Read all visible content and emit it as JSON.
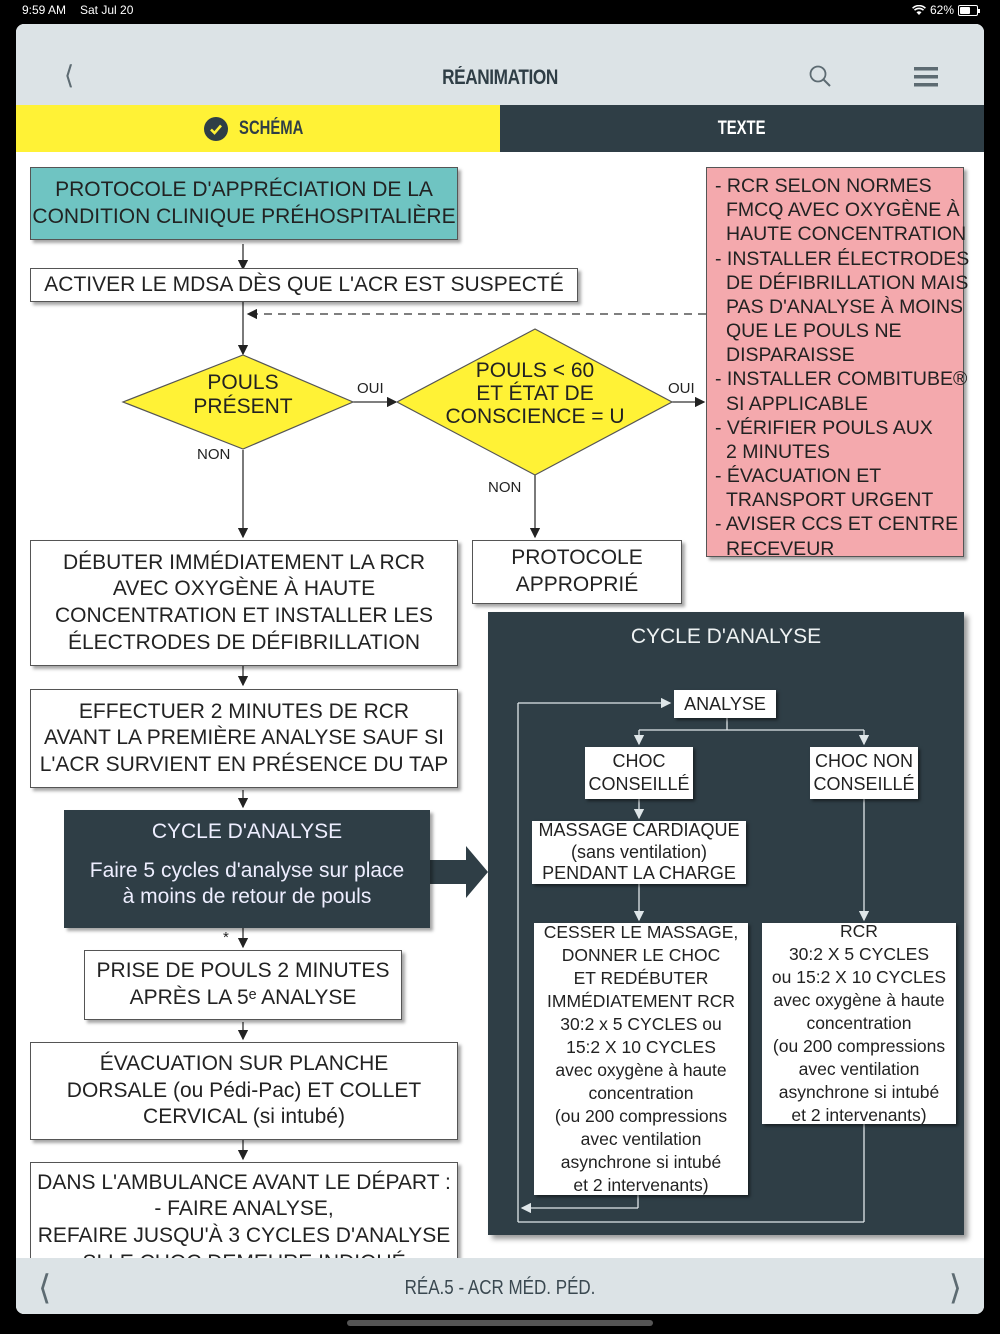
{
  "status_bar": {
    "time": "9:59 AM",
    "date": "Sat Jul 20",
    "battery": "62%",
    "battery_level": 0.62
  },
  "header": {
    "title": "RÉANIMATION",
    "back_icon": "chevron-left-icon",
    "search_icon": "search-icon",
    "menu_icon": "hamburger-menu-icon"
  },
  "tabs": [
    {
      "label": "SCHÉMA",
      "active": true,
      "icon": "check-circle-icon"
    },
    {
      "label": "TEXTE",
      "active": false
    }
  ],
  "colors": {
    "accent_yellow": "#fff236",
    "dark_slate": "#2f3e46",
    "teal": "#6fc4c2",
    "pink": "#f4a9ad",
    "header_gray": "#dce3e6"
  },
  "flowchart": {
    "start": [
      "PROTOCOLE D'APPRÉCIATION DE LA",
      "CONDITION CLINIQUE PRÉHOSPITALIÈRE"
    ],
    "activate": "ACTIVER LE MDSA DÈS QUE L'ACR EST SUSPECTÉ",
    "decision1": [
      "POULS",
      "PRÉSENT"
    ],
    "decision2": [
      "POULS < 60",
      "ET ÉTAT DE",
      "CONSCIENCE = U"
    ],
    "yes_label": "OUI",
    "no_label": "NON",
    "side_box": [
      {
        "text": "- RCR SELON NORMES",
        "indent": false
      },
      {
        "text": "FMCQ AVEC OXYGÈNE À",
        "indent": true
      },
      {
        "text": "HAUTE CONCENTRATION",
        "indent": true
      },
      {
        "text": "- INSTALLER ÉLECTRODES",
        "indent": false
      },
      {
        "text": "DE DÉFIBRILLATION MAIS",
        "indent": true
      },
      {
        "text": "PAS D'ANALYSE À MOINS",
        "indent": true
      },
      {
        "text": "QUE LE POULS NE",
        "indent": true
      },
      {
        "text": "DISPARAISSE",
        "indent": true
      },
      {
        "text": "- INSTALLER COMBITUBE®",
        "indent": false
      },
      {
        "text": "SI APPLICABLE",
        "indent": true
      },
      {
        "text": "- VÉRIFIER POULS AUX",
        "indent": false
      },
      {
        "text": "2 MINUTES",
        "indent": true
      },
      {
        "text": "- ÉVACUATION ET",
        "indent": false
      },
      {
        "text": "TRANSPORT URGENT",
        "indent": true
      },
      {
        "text": "- AVISER CCS ET CENTRE",
        "indent": false
      },
      {
        "text": "RECEVEUR",
        "indent": true
      }
    ],
    "protocol_appropriate": [
      "PROTOCOLE",
      "APPROPRIÉ"
    ],
    "start_cpr": [
      "DÉBUTER IMMÉDIATEMENT LA RCR",
      "AVEC OXYGÈNE À HAUTE",
      "CONCENTRATION ET INSTALLER LES",
      "ÉLECTRODES DE DÉFIBRILLATION"
    ],
    "two_min_cpr": [
      "EFFECTUER 2 MINUTES DE RCR",
      "AVANT LA PREMIÈRE ANALYSE SAUF SI",
      "L'ACR SURVIENT EN PRÉSENCE DU TAP"
    ],
    "analysis_cycle_box": {
      "title": "CYCLE D'ANALYSE",
      "lines": [
        "Faire 5 cycles d'analyse sur place",
        "à moins de retour de pouls"
      ]
    },
    "asterisk": "*",
    "pulse_check": [
      "PRISE DE POULS 2 MINUTES",
      "APRÈS LA 5ᵉ  ANALYSE"
    ],
    "evacuation": [
      "ÉVACUATION SUR PLANCHE",
      "DORSALE (ou Pédi-Pac) ET COLLET",
      "CERVICAL (si intubé)"
    ],
    "ambulance": [
      "DANS L'AMBULANCE AVANT LE DÉPART :",
      "- FAIRE ANALYSE,",
      "REFAIRE JUSQU'À 3 CYCLES D'ANALYSE",
      "SI LE CHOC DEMEURE INDIQUÉ"
    ]
  },
  "cycle_panel": {
    "title": "CYCLE D'ANALYSE",
    "analyse": "ANALYSE",
    "shock_advised": [
      "CHOC",
      "CONSEILLÉ"
    ],
    "no_shock": [
      "CHOC NON",
      "CONSEILLÉ"
    ],
    "massage": [
      "MASSAGE CARDIAQUE",
      "(sans ventilation)",
      "PENDANT LA CHARGE"
    ],
    "shock_steps": [
      "CESSER LE MASSAGE,",
      "DONNER LE CHOC",
      "ET REDÉBUTER",
      "IMMÉDIATEMENT RCR",
      "30:2 x 5 CYCLES ou",
      "15:2 X 10 CYCLES",
      "avec oxygène à haute",
      "concentration",
      "(ou 200 compressions",
      "avec ventilation",
      "asynchrone si intubé",
      "et 2 intervenants)"
    ],
    "no_shock_steps": [
      "RCR",
      "30:2 X 5 CYCLES",
      "ou 15:2 X 10 CYCLES",
      "avec oxygène à haute",
      "concentration",
      "(ou 200 compressions",
      "avec ventilation",
      "asynchrone si intubé",
      "et 2 intervenants)"
    ]
  },
  "footer": {
    "label": "RÉA.5 - ACR MÉD. PÉD.",
    "prev_icon": "chevron-left-icon",
    "next_icon": "chevron-right-icon"
  }
}
